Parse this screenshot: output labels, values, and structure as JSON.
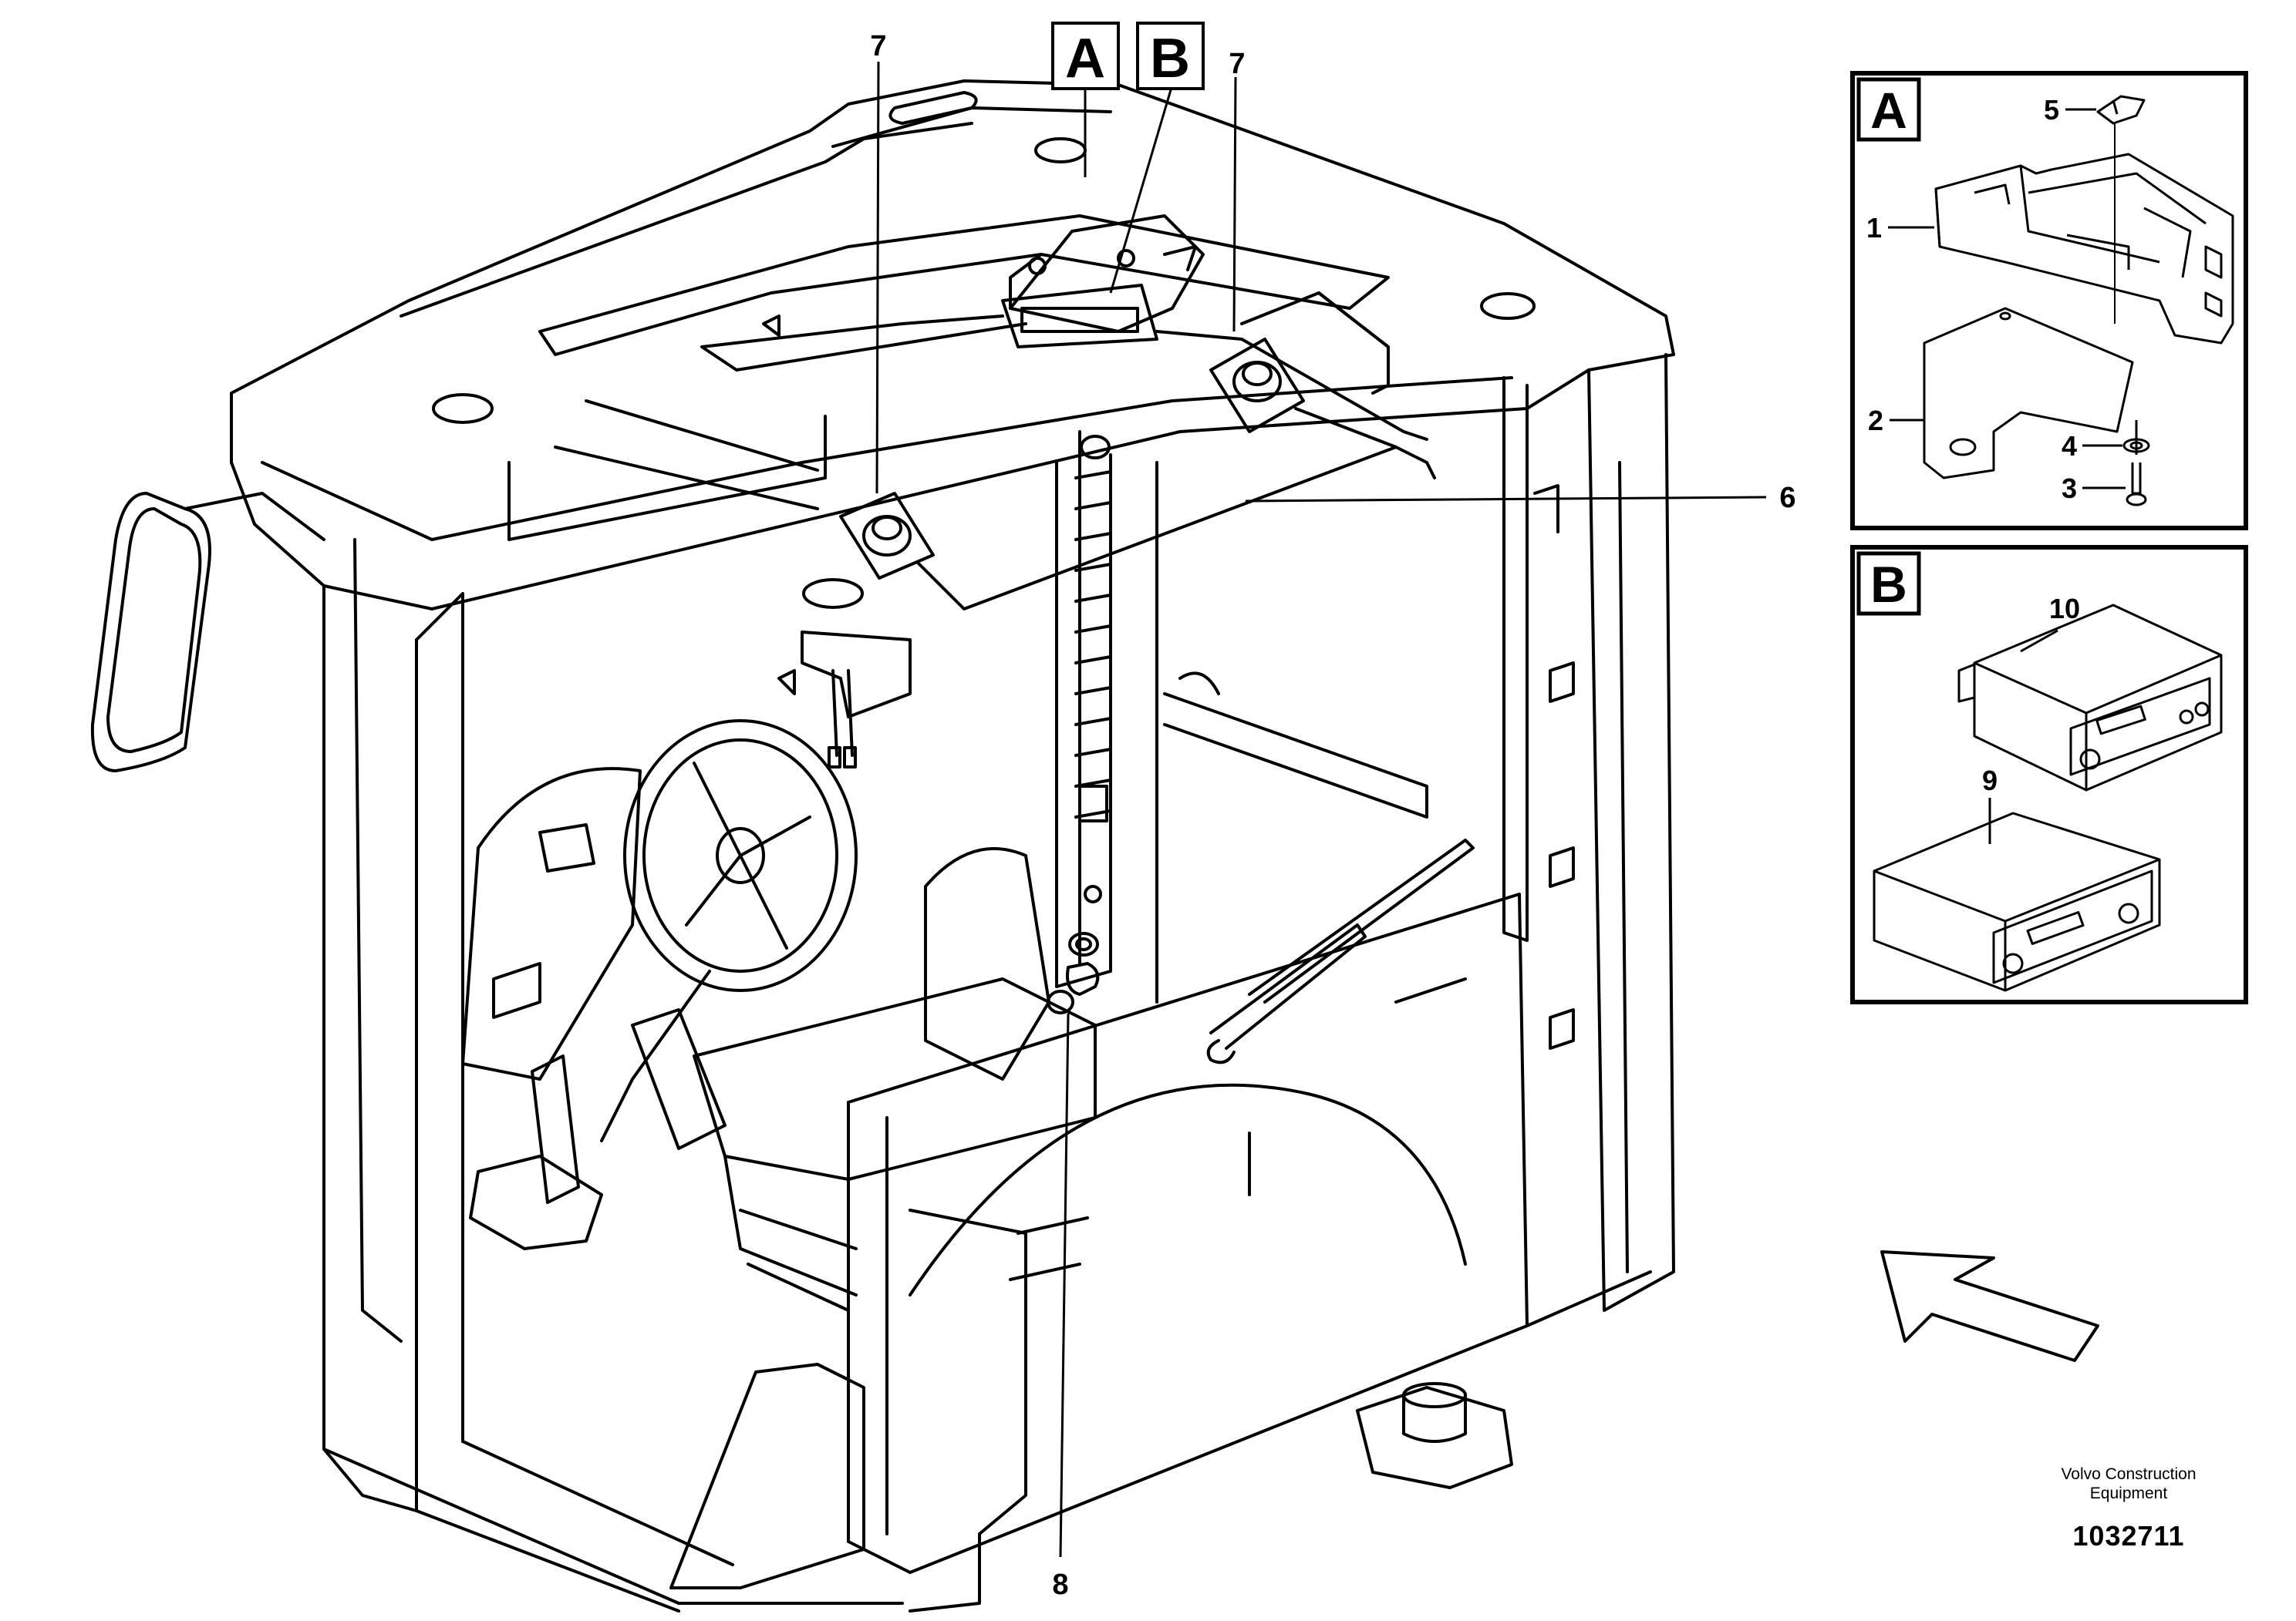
{
  "main_view": {
    "box_labels": [
      "A",
      "B"
    ],
    "callouts": [
      "7",
      "7",
      "6",
      "8"
    ]
  },
  "detail_a": {
    "label": "A",
    "callouts": [
      "5",
      "1",
      "2",
      "4",
      "3"
    ]
  },
  "detail_b": {
    "label": "B",
    "callouts": [
      "10",
      "9"
    ]
  },
  "credit": {
    "line1": "Volvo Construction",
    "line2": "Equipment",
    "number": "1032711"
  },
  "colors": {
    "line": "#000000",
    "background": "#ffffff"
  },
  "icons": [
    "direction-arrow-icon"
  ]
}
